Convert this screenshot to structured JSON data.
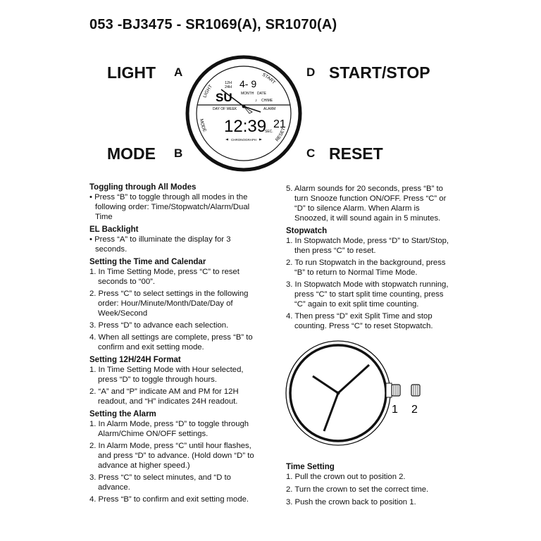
{
  "title": "053 -BJ3475 - SR1069(A), SR1070(A)",
  "buttons": {
    "light": {
      "label": "LIGHT",
      "letter": "A"
    },
    "mode": {
      "label": "MODE",
      "letter": "B"
    },
    "start_stop": {
      "label": "START/STOP",
      "letter": "D"
    },
    "reset": {
      "label": "RESET",
      "letter": "C"
    }
  },
  "watch_face": {
    "bezel_light": "LIGHT",
    "bezel_start": "START",
    "bezel_mode": "MODE",
    "bezel_reset": "RESET",
    "label_12h": "12H",
    "label_24h": "24H",
    "top_digits": "4- 9",
    "day_digits": "SU",
    "label_month": "MONTH",
    "label_date": "DATE",
    "label_day_of_week": "DAY OF WEEK",
    "label_chime": "CHIME",
    "label_alarm": "ALARM",
    "main_digits": "12:39",
    "seconds_digits": "21",
    "label_sec": "SEC.",
    "label_chronograph": "CHRONOGRAPH"
  },
  "left": {
    "s1_heading": "Toggling through All Modes",
    "s1_b1": "• Press “B” to toggle through all modes in the following order: Time/Stopwatch/Alarm/Dual Time",
    "s2_heading": "EL Backlight",
    "s2_b1": "• Press “A” to illuminate the display for 3 seconds.",
    "s3_heading": "Setting the Time and Calendar",
    "s3_i1": "1. In Time Setting Mode, press “C” to reset seconds to “00”.",
    "s3_i2": "2. Press “C” to select settings in the following order: Hour/Minute/Month/Date/Day of Week/Second",
    "s3_i3": "3. Press “D” to advance each selection.",
    "s3_i4": "4. When all settings are complete, press “B” to confirm and exit setting mode.",
    "s4_heading": "Setting 12H/24H Format",
    "s4_i1": "1. In Time Setting Mode with Hour selected, press “D” to toggle through hours.",
    "s4_i2": "2. “A” and “P” indicate AM and PM for 12H readout, and “H” indicates 24H readout.",
    "s5_heading": "Setting the Alarm",
    "s5_i1": "1. In Alarm Mode, press “D” to toggle through Alarm/Chime ON/OFF settings.",
    "s5_i2": "2. In Alarm Mode, press “C” until hour flashes, and press “D” to advance. (Hold down “D” to advance at higher speed.)",
    "s5_i3": "3. Press “C” to select minutes, and “D to advance.",
    "s5_i4": "4. Press “B” to confirm and exit setting mode."
  },
  "right": {
    "alarm_i5": "5. Alarm sounds for 20 seconds, press “B” to turn Snooze function ON/OFF.  Press “C” or “D” to silence Alarm. When Alarm is Snoozed, it will sound again in 5 minutes.",
    "sw_heading": "Stopwatch",
    "sw_i1": "1. In Stopwatch Mode, press “D” to Start/Stop, then press “C” to reset.",
    "sw_i2": "2. To run Stopwatch in the background, press “B” to return to Normal Time Mode.",
    "sw_i3": "3. In Stopwatch Mode with stopwatch running, press “C” to start split time counting, press “C” again to exit split time counting.",
    "sw_i4": "4. Then press “D” exit Split Time and stop counting.  Press “C” to reset Stopwatch.",
    "ts_heading": "Time Setting",
    "ts_i1": "1. Pull the crown out to position 2.",
    "ts_i2": "2. Turn the crown to set the correct time.",
    "ts_i3": "3. Push the crown back to position 1."
  },
  "crown_diagram": {
    "pos1": "1",
    "pos2": "2"
  }
}
